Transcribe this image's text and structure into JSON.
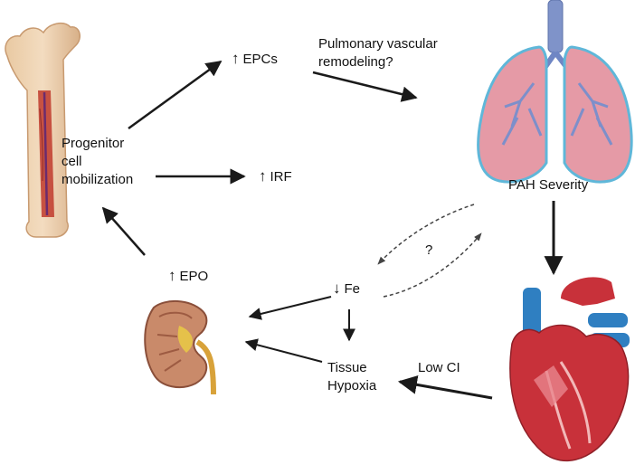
{
  "labels": {
    "progenitor_line1": "Progenitor",
    "progenitor_line2": "cell",
    "progenitor_line3": "mobilization",
    "epcs": "EPCs",
    "irf": "IRF",
    "epo": "EPO",
    "fe": "Fe",
    "pulmonary_line1": "Pulmonary vascular",
    "pulmonary_line2": "remodeling?",
    "pah_severity": "PAH Severity",
    "question": "?",
    "tissue_line1": "Tissue",
    "tissue_line2": "Hypoxia",
    "low_ci": "Low CI"
  },
  "colors": {
    "arrow": "#1a1a1a",
    "bone": "#e8cba6",
    "marrow_red": "#c0392b",
    "lung_pink": "#e59aa6",
    "lung_outline": "#5fb7d9",
    "airway": "#6f86c4",
    "heart_red": "#c8313a",
    "vessel_blue": "#2f7fc1",
    "kidney": "#c98a6a"
  }
}
